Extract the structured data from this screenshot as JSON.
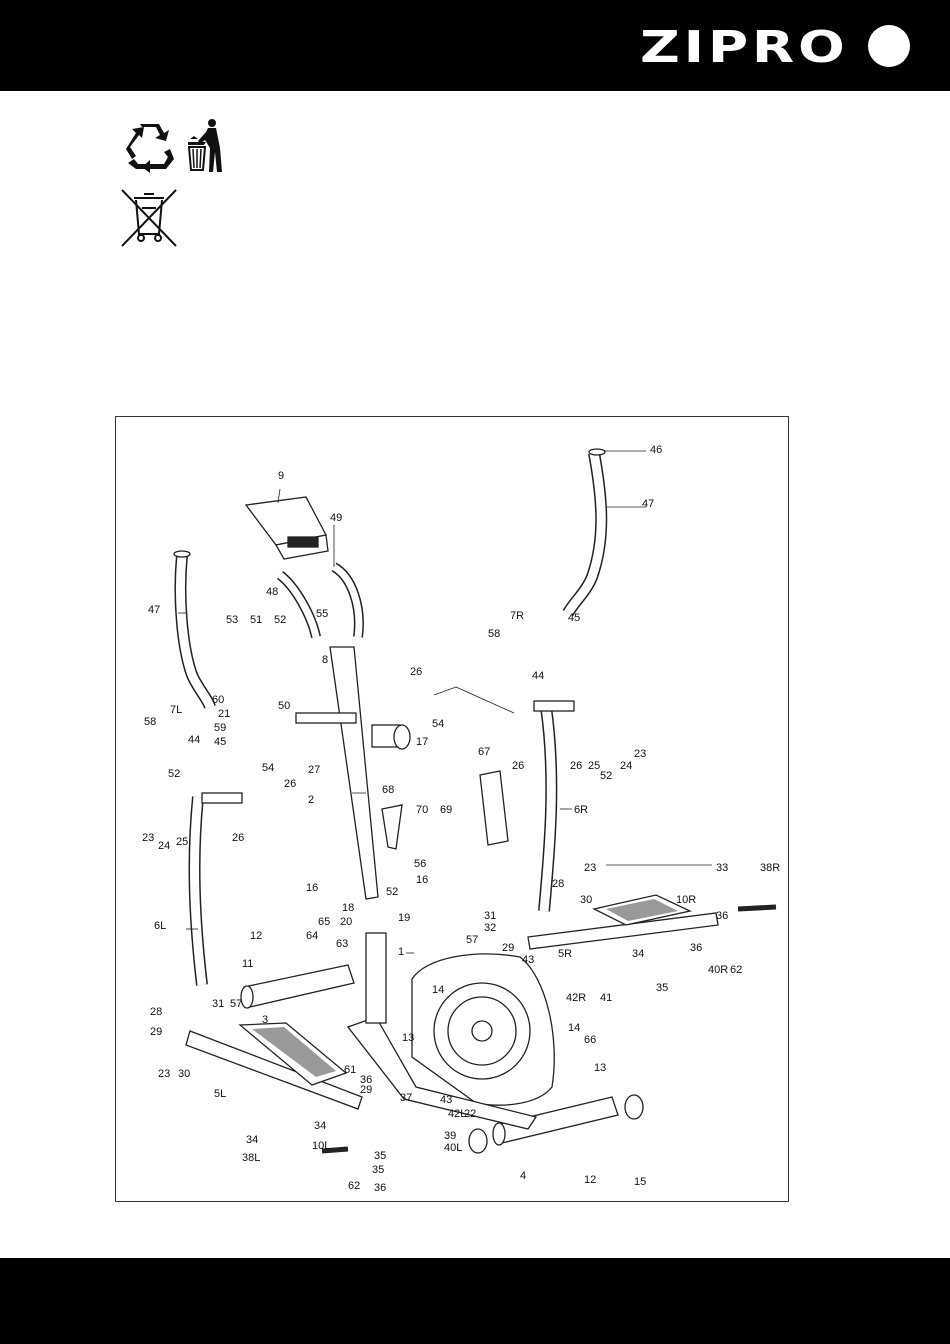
{
  "header": {
    "brand": "ZIPRO"
  },
  "icons": [
    "recycle-icon",
    "trash-bin-person-icon",
    "crossed-out-wheelie-bin-icon"
  ],
  "diagram": {
    "labels": [
      "46",
      "47",
      "9",
      "49",
      "48",
      "47",
      "53",
      "51",
      "52",
      "55",
      "7R",
      "45",
      "58",
      "44",
      "8",
      "50",
      "60",
      "21",
      "7L",
      "59",
      "58",
      "44",
      "45",
      "26",
      "54",
      "26",
      "27",
      "17",
      "54",
      "26",
      "26",
      "25",
      "52",
      "24",
      "23",
      "2",
      "67",
      "68",
      "70",
      "69",
      "52",
      "23",
      "24",
      "25",
      "26",
      "6R",
      "6L",
      "56",
      "16",
      "52",
      "16",
      "18",
      "20",
      "19",
      "23",
      "33",
      "38R",
      "28",
      "30",
      "10R",
      "36",
      "31",
      "32",
      "57",
      "29",
      "5R",
      "1",
      "12",
      "65",
      "64",
      "63",
      "11",
      "36",
      "43",
      "34",
      "40R",
      "62",
      "42R",
      "41",
      "35",
      "14",
      "31",
      "57",
      "3",
      "28",
      "29",
      "13",
      "23",
      "30",
      "14",
      "66",
      "5L",
      "13",
      "61",
      "36",
      "29",
      "37",
      "43",
      "42L",
      "22",
      "34",
      "10L",
      "39",
      "40L",
      "35",
      "34",
      "38L",
      "35",
      "4",
      "12",
      "15",
      "62",
      "36"
    ]
  }
}
